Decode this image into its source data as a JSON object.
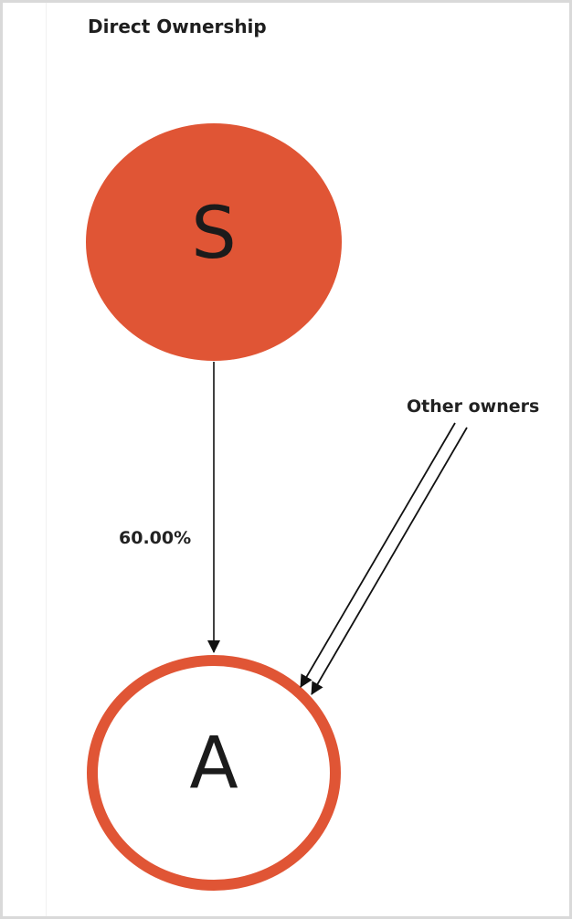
{
  "title": "Direct Ownership",
  "colors": {
    "accent": "#e05535",
    "line": "#111111",
    "border": "#d9d9d9"
  },
  "nodes": [
    {
      "id": "S",
      "label": "S",
      "style": "filled"
    },
    {
      "id": "A",
      "label": "A",
      "style": "outlined"
    }
  ],
  "edges": [
    {
      "from": "S",
      "to": "A",
      "label": "60.00%"
    },
    {
      "from": "Other owners",
      "to": "A",
      "label": "Other owners"
    }
  ],
  "labels": {
    "ownership_pct": "60.00%",
    "other_owners": "Other owners"
  }
}
